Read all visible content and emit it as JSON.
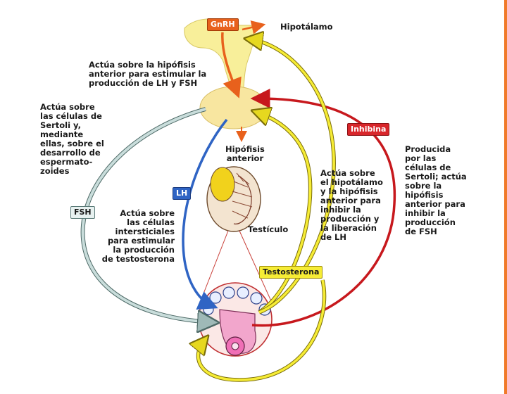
{
  "labels": {
    "gnrh": "GnRH",
    "hipotalamo": "Hipotálamo",
    "lh": "LH",
    "fsh": "FSH",
    "inhibina": "Inhibina",
    "testosterona": "Testosterona",
    "hipofisis": "Hipófisis\nanterior",
    "testiculo": "Testículo"
  },
  "annotations": {
    "gnrh_action": "Actúa sobre la hipófisis\nanterior para estimular la\nproducción de LH y FSH",
    "fsh_action": "Actúa sobre\nlas células de\nSertoli y,\nmediante\nellas, sobre el\ndesarrollo de\nespermato-\nzoides",
    "lh_action": "Actúa sobre\nlas células\nintersticiales\npara estimular\nla producción\nde testosterona",
    "testosterona_action": "Actúa sobre\nel hipotálamo\ny la hipófisis\nanterior para\ninhibir la\nproducción y\nla liberación\nde LH",
    "inhibina_action": "Producida\npor las\ncélulas de\nSertoli; actúa\nsobre la\nhipófisis\nanterior para\ninhibir la\nproducción\nde FSH"
  },
  "colors": {
    "gnrh": "#e8611c",
    "lh": "#2f64c4",
    "fsh": "#b9d1cf",
    "inhibina": "#d8262b",
    "testosterona": "#f6ec35",
    "gland": "#f8e8a2"
  }
}
